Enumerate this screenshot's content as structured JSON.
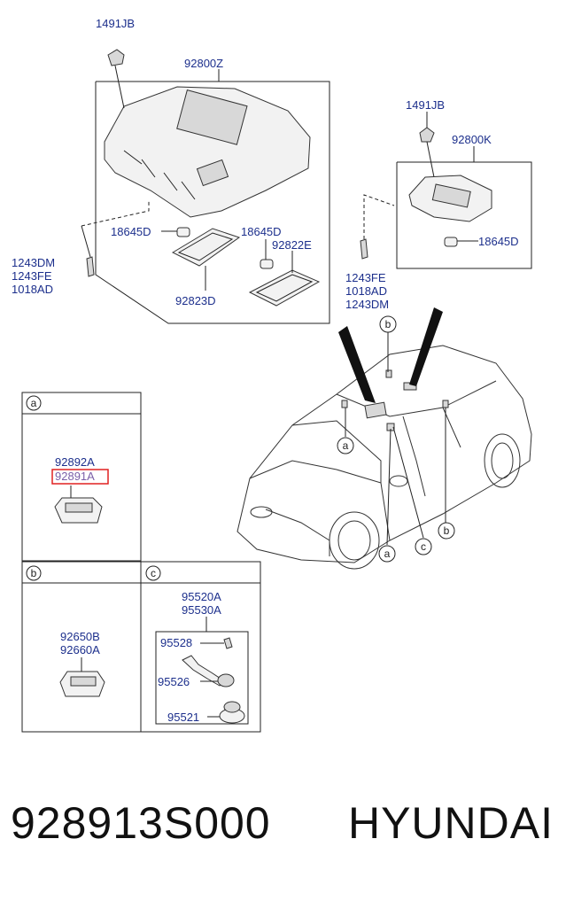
{
  "labels": {
    "l1491jb_a": "1491JB",
    "l92800z": "92800Z",
    "l18645d_a": "18645D",
    "l18645d_b": "18645D",
    "l92822e": "92822E",
    "l92823d": "92823D",
    "l1243dm_a": "1243DM",
    "l1243fe_a": "1243FE",
    "l1018ad_a": "1018AD",
    "l1491jb_b": "1491JB",
    "l92800k": "92800K",
    "l18645d_c": "18645D",
    "l1243fe_b": "1243FE",
    "l1018ad_b": "1018AD",
    "l1243dm_b": "1243DM",
    "l92892a": "92892A",
    "l92891a": "92891A",
    "l92650b": "92650B",
    "l92660a": "92660A",
    "l95520a": "95520A",
    "l95530a": "95530A",
    "l95528": "95528",
    "l95526": "95526",
    "l95521": "95521"
  },
  "callouts": {
    "a": "a",
    "b": "b",
    "c": "c"
  },
  "footer": {
    "part_number": "928913S000",
    "brand": "HYUNDAI"
  },
  "colors": {
    "label": "#1c2f8c",
    "highlight_box": "#e02020",
    "line": "#222222"
  }
}
